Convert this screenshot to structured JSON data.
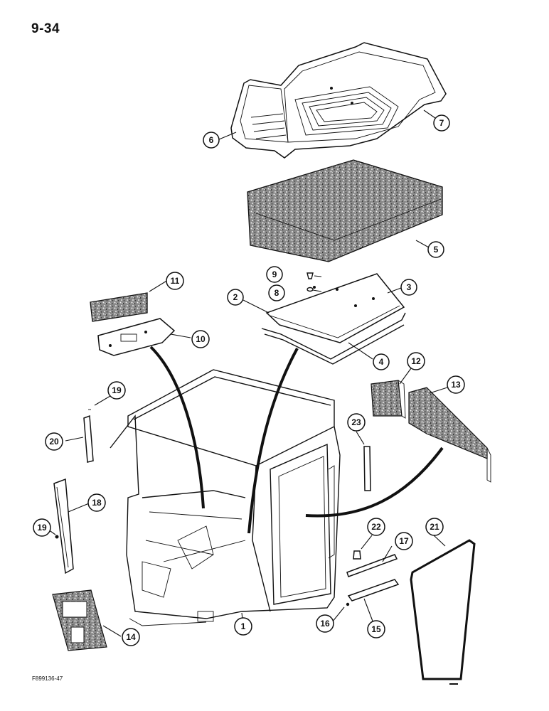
{
  "page_number": "9-34",
  "figure_code": "F899136-47",
  "callouts": [
    "1",
    "2",
    "3",
    "4",
    "5",
    "6",
    "7",
    "8",
    "9",
    "10",
    "11",
    "12",
    "13",
    "14",
    "15",
    "16",
    "17",
    "18",
    "19",
    "19",
    "20",
    "21",
    "22",
    "23"
  ],
  "colors": {
    "ink": "#111111",
    "background": "#ffffff",
    "insulation": "#5a5a5a"
  }
}
